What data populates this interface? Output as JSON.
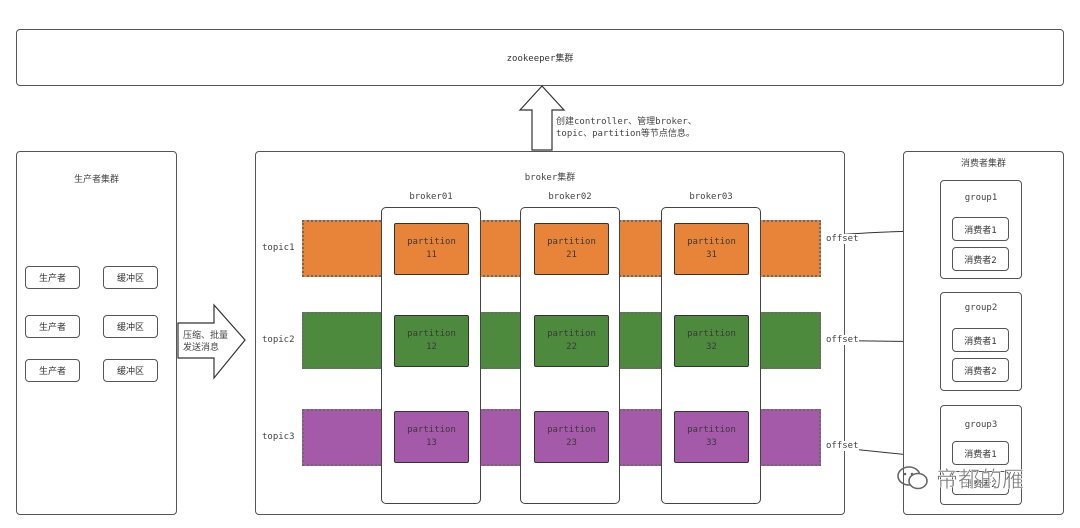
{
  "zookeeper": {
    "label": "zookeeper集群"
  },
  "create_note": {
    "line1": "创建controller、管理broker、",
    "line2": "topic、partition等节点信息。"
  },
  "producer_cluster": {
    "title": "生产者集群",
    "rows": [
      {
        "producer": "生产者",
        "buffer": "缓冲区"
      },
      {
        "producer": "生产者",
        "buffer": "缓冲区"
      },
      {
        "producer": "生产者",
        "buffer": "缓冲区"
      }
    ]
  },
  "send_arrow": {
    "line1": "压缩、批量",
    "line2": "发送消息"
  },
  "broker_cluster": {
    "title": "broker集群",
    "brokers": [
      "broker01",
      "broker02",
      "broker03"
    ],
    "topics": [
      {
        "name": "topic1",
        "color": "#e8843a",
        "partitions": [
          [
            "partition",
            "11"
          ],
          [
            "partition",
            "21"
          ],
          [
            "partition",
            "31"
          ]
        ]
      },
      {
        "name": "topic2",
        "color": "#4e8a3e",
        "partitions": [
          [
            "partition",
            "12"
          ],
          [
            "partition",
            "22"
          ],
          [
            "partition",
            "32"
          ]
        ]
      },
      {
        "name": "topic3",
        "color": "#a45aa8",
        "partitions": [
          [
            "partition",
            "13"
          ],
          [
            "partition",
            "23"
          ],
          [
            "partition",
            "33"
          ]
        ]
      }
    ]
  },
  "consumer_cluster": {
    "title": "消费者集群",
    "groups": [
      {
        "name": "group1",
        "members": [
          "消费者1",
          "消费者2"
        ]
      },
      {
        "name": "group2",
        "members": [
          "消费者1",
          "消费者2"
        ]
      },
      {
        "name": "group3",
        "members": [
          "消费者1",
          "消费者2"
        ]
      }
    ]
  },
  "offset_label": "offset",
  "watermark": {
    "text": "帝都的雁"
  }
}
